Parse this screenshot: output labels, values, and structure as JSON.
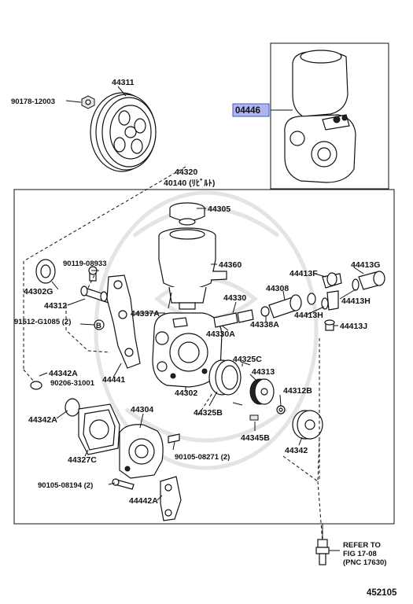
{
  "diagram": {
    "kit": {
      "number": "04446",
      "highlight_color": "#aeb6f0"
    },
    "labels": {
      "p44311": "44311",
      "p90178": "90178-12003",
      "p44320": "44320",
      "p40140": "40140 (ﾘﾋﾞﾙﾄ)",
      "p44305": "44305",
      "p44360": "44360",
      "p90119": "90119-08933",
      "p44302G": "44302G",
      "p44312": "44312",
      "p91512": "91512-G1085 (2)",
      "pB": "B",
      "p44337A": "44337A",
      "p44330": "44330",
      "p44330A": "44330A",
      "p44308": "44308",
      "p44338A": "44338A",
      "p44413F": "44413F",
      "p44413G": "44413G",
      "p44413H_1": "44413H",
      "p44413H_2": "44413H",
      "p44413J": "44413J",
      "p44342A_1": "44342A",
      "p90206": "90206-31001",
      "p44441": "44441",
      "p44342A_2": "44342A",
      "p44302": "44302",
      "p44325C": "44325C",
      "p44313": "44313",
      "p44325B": "44325B",
      "p44312B": "44312B",
      "p44304": "44304",
      "p44327C": "44327C",
      "p90105a": "90105-08271 (2)",
      "p44345B": "44345B",
      "p44342": "44342",
      "p90105b": "90105-08194 (2)",
      "p44442A": "44442A",
      "refer1": "REFER TO",
      "refer2": "FIG 17-08",
      "refer3": "(PNC 17630)",
      "figno": "452105"
    }
  }
}
